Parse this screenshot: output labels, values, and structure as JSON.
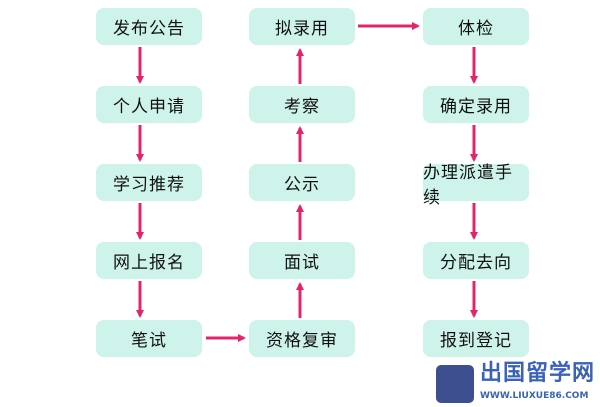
{
  "columns": [
    [
      "发布公告",
      "个人申请",
      "学习推荐",
      "网上报名",
      "笔试"
    ],
    [
      "拟录用",
      "考察",
      "公示",
      "面试",
      "资格复审"
    ],
    [
      "体检",
      "确定录用",
      "办理派遣手续",
      "分配去向",
      "报到登记"
    ]
  ],
  "watermark": {
    "name": "出国留学网",
    "url": "WWW.LIUXUE86.COM"
  },
  "colors": {
    "box": "#cdf3ea",
    "arrow": "#e3246c"
  }
}
